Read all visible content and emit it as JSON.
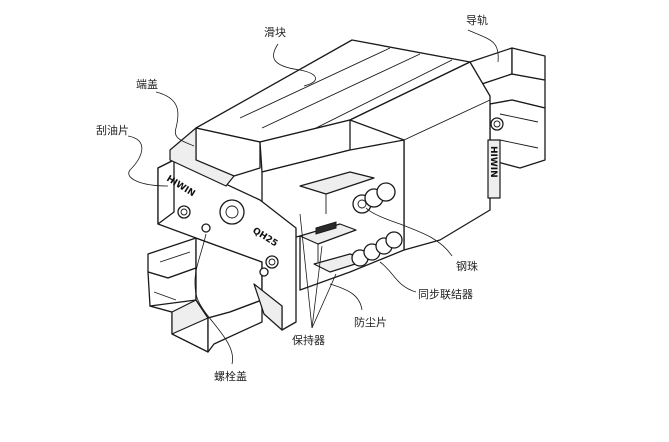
{
  "labels": {
    "slider": "滑块",
    "rail": "导轨",
    "end_cap": "端盖",
    "scraper": "刮油片",
    "steel_ball": "钢珠",
    "sync_link": "同步联结器",
    "dust_seal": "防尘片",
    "retainer": "保持器",
    "bolt_cap": "螺栓盖"
  },
  "markings": {
    "brand": "HIWIN",
    "model": "QH25",
    "side_brand": "HIWIN"
  },
  "colors": {
    "stroke": "#1a1a1a",
    "shade": "#eeeeee",
    "background": "#ffffff"
  }
}
